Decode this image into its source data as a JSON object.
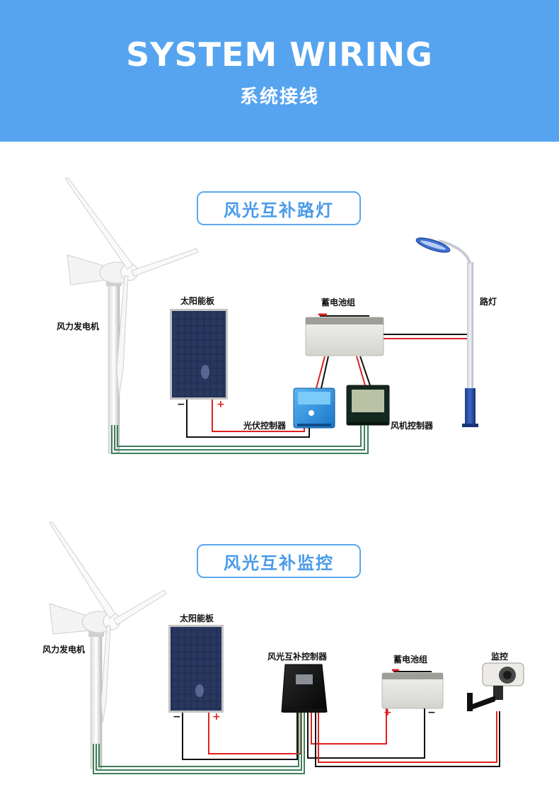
{
  "header": {
    "title": "SYSTEM WIRING",
    "subtitle": "系统接线"
  },
  "streetlight": {
    "section_title": "风光互补路灯",
    "labels": {
      "wind_turbine": "风力发电机",
      "solar_panel": "太阳能板",
      "battery": "蓄电池组",
      "street_lamp": "路灯",
      "pv_controller": "光伏控制器",
      "wind_controller": "风机控制器"
    },
    "panel_neg": "−",
    "panel_pos": "+"
  },
  "monitoring": {
    "section_title": "风光互补监控",
    "labels": {
      "wind_turbine": "风力发电机",
      "solar_panel": "太阳能板",
      "hybrid_controller": "风光互补控制器",
      "battery": "蓄电池组",
      "camera": "监控"
    },
    "panel_neg": "−",
    "panel_pos": "+",
    "battery_pos": "+",
    "battery_neg": "−"
  },
  "colors": {
    "banner": "#56a4ef",
    "accent": "#4a9be8",
    "wire_positive": "#e02020",
    "wire_negative": "#111111",
    "wire_turbine": "#3f7f5a"
  }
}
